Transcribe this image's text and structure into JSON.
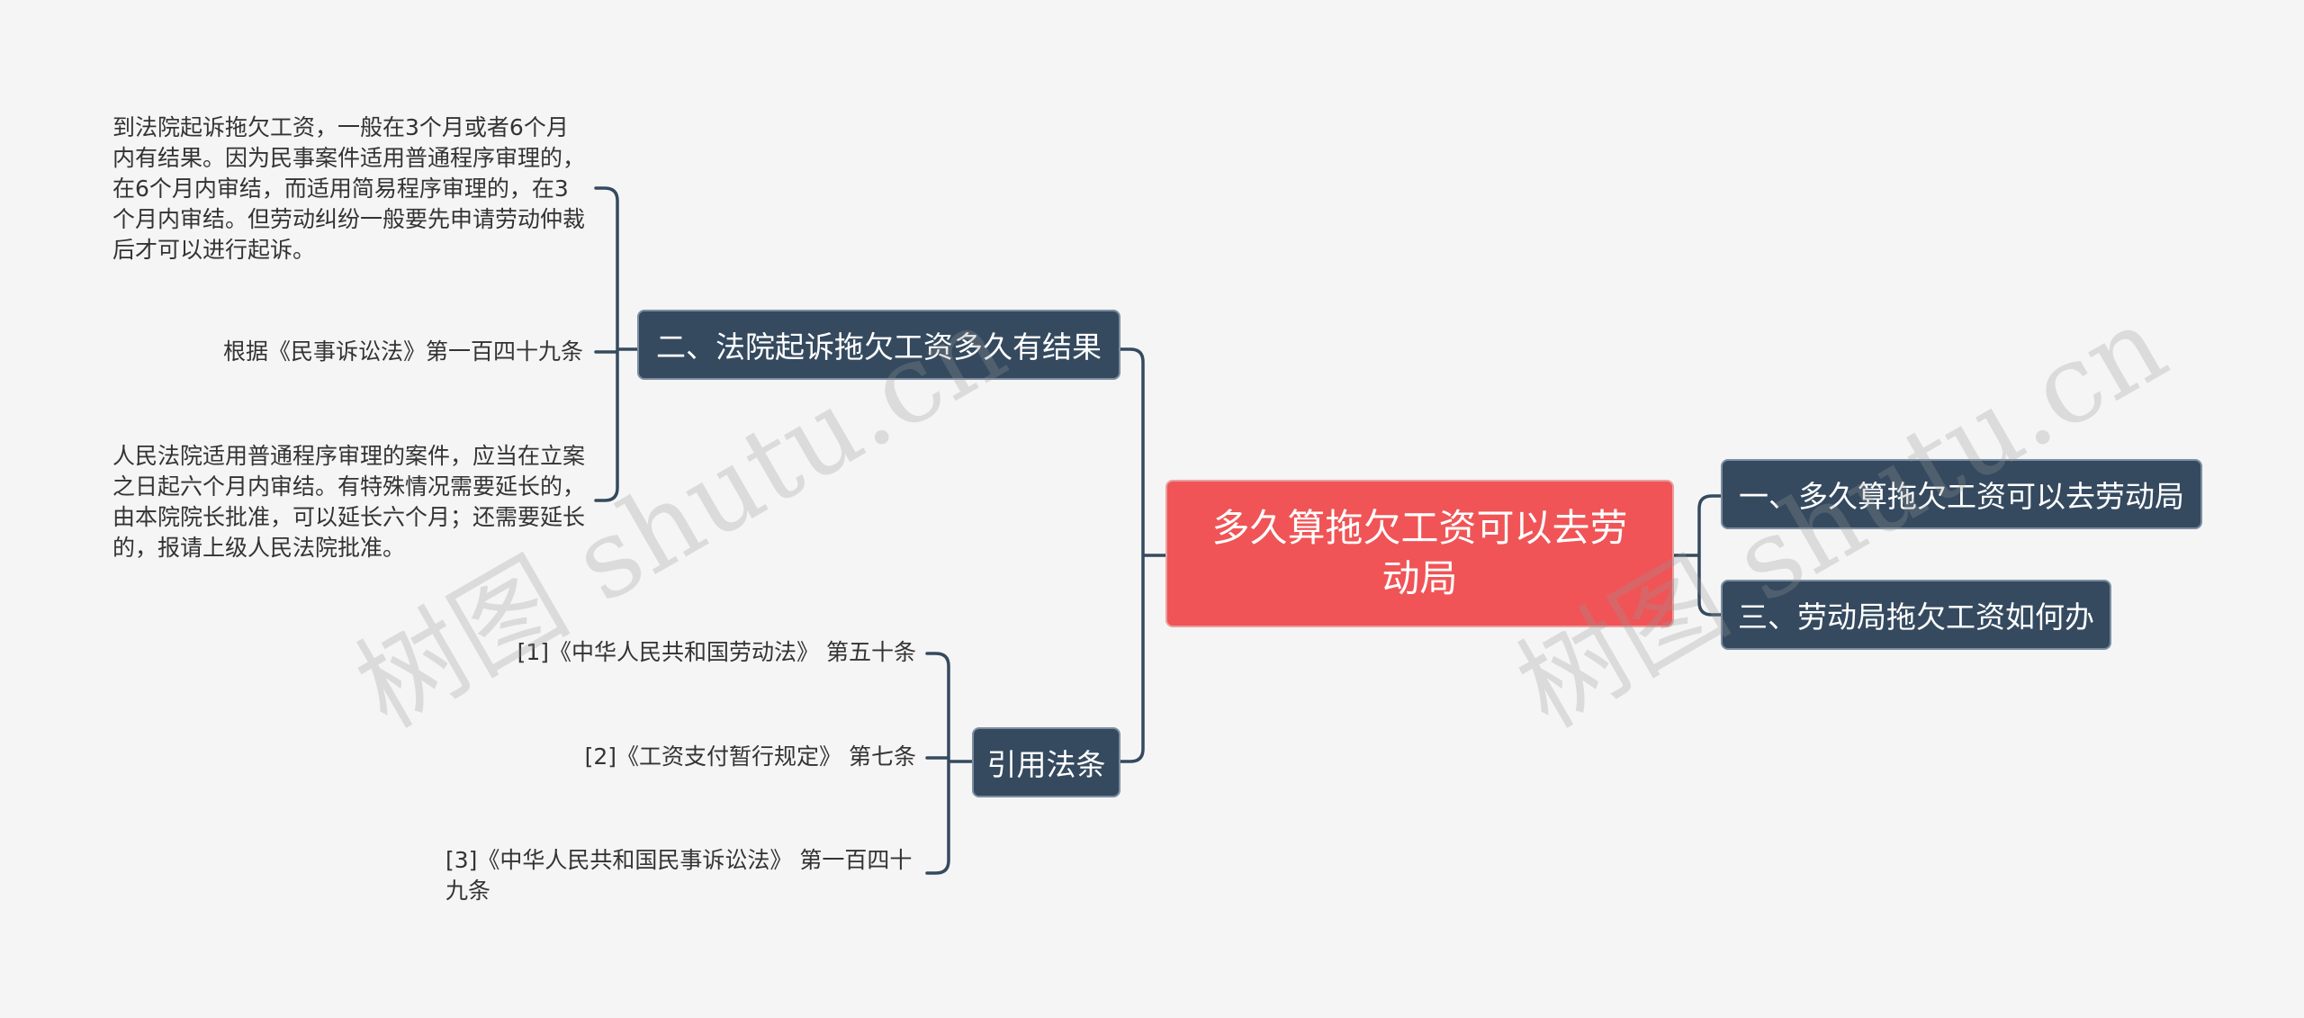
{
  "root": {
    "label": "多久算拖欠工资可以去劳动局"
  },
  "right_branches": [
    {
      "label": "一、多久算拖欠工资可以去劳动局"
    },
    {
      "label": "三、劳动局拖欠工资如何办"
    }
  ],
  "branch_court": {
    "label": "二、法院起诉拖欠工资多久有结果",
    "children": [
      {
        "text": "到法院起诉拖欠工资，一般在3个月或者6个月内有结果。因为民事案件适用普通程序审理的，在6个月内审结，而适用简易程序审理的，在3个月内审结。但劳动纠纷一般要先申请劳动仲裁后才可以进行起诉。"
      },
      {
        "text": "根据《民事诉讼法》第一百四十九条"
      },
      {
        "text": "人民法院适用普通程序审理的案件，应当在立案之日起六个月内审结。有特殊情况需要延长的，由本院院长批准，可以延长六个月；还需要延长的，报请上级人民法院批准。"
      }
    ]
  },
  "branch_law": {
    "label": "引用法条",
    "children": [
      {
        "text": "[1]《中华人民共和国劳动法》 第五十条"
      },
      {
        "text": "[2]《工资支付暂行规定》 第七条"
      },
      {
        "text": "[3]《中华人民共和国民事诉讼法》 第一百四十九条"
      }
    ]
  },
  "watermark": {
    "text_left": "树图 shutu.cn",
    "text_right": "树图 shutu.cn",
    "color": "#969696"
  },
  "colors": {
    "root_fill": "#f05456",
    "branch_fill": "#354a5f",
    "connector": "#354a5f",
    "background": "#f5f5f5"
  }
}
